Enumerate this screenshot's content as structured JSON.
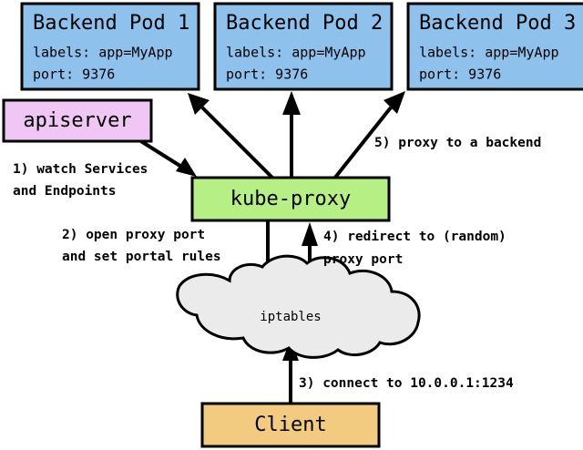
{
  "diagram": {
    "title": "kube-proxy service proxying flow",
    "background": "#ffffff",
    "stroke": "#000000"
  },
  "colors": {
    "pod_fill": "#8ec1eb",
    "apiserver_fill": "#efc6f4",
    "kubeproxy_fill": "#b6ef84",
    "client_fill": "#f2cb80",
    "cloud_fill": "#ebebeb",
    "edge": "#000000"
  },
  "nodes": {
    "pods": [
      {
        "id": "backend-pod-1",
        "title": "Backend Pod 1",
        "labels_line": "labels: app=MyApp",
        "port_line": "port: 9376"
      },
      {
        "id": "backend-pod-2",
        "title": "Backend Pod 2",
        "labels_line": "labels: app=MyApp",
        "port_line": "port: 9376"
      },
      {
        "id": "backend-pod-3",
        "title": "Backend Pod 3",
        "labels_line": "labels: app=MyApp",
        "port_line": "port: 9376"
      }
    ],
    "apiserver": {
      "id": "apiserver",
      "title": "apiserver"
    },
    "kubeproxy": {
      "id": "kube-proxy",
      "title": "kube-proxy"
    },
    "iptables": {
      "id": "iptables",
      "title": "iptables"
    },
    "client": {
      "id": "client",
      "title": "Client"
    }
  },
  "steps": [
    {
      "number": "1",
      "from": "apiserver",
      "to": "kube-proxy",
      "line1": "1) watch Services",
      "line2": "and Endpoints"
    },
    {
      "number": "2",
      "from": "kube-proxy",
      "to": "iptables",
      "line1": "2) open proxy port",
      "line2": "and set portal rules"
    },
    {
      "number": "3",
      "from": "client",
      "to": "iptables",
      "line1": "3) connect to 10.0.0.1:1234",
      "line2": ""
    },
    {
      "number": "4",
      "from": "iptables",
      "to": "kube-proxy",
      "line1": "4) redirect to (random)",
      "line2": "proxy port"
    },
    {
      "number": "5",
      "from": "kube-proxy",
      "to": "backend-pod-3",
      "line1": "5) proxy to a backend",
      "line2": ""
    }
  ]
}
